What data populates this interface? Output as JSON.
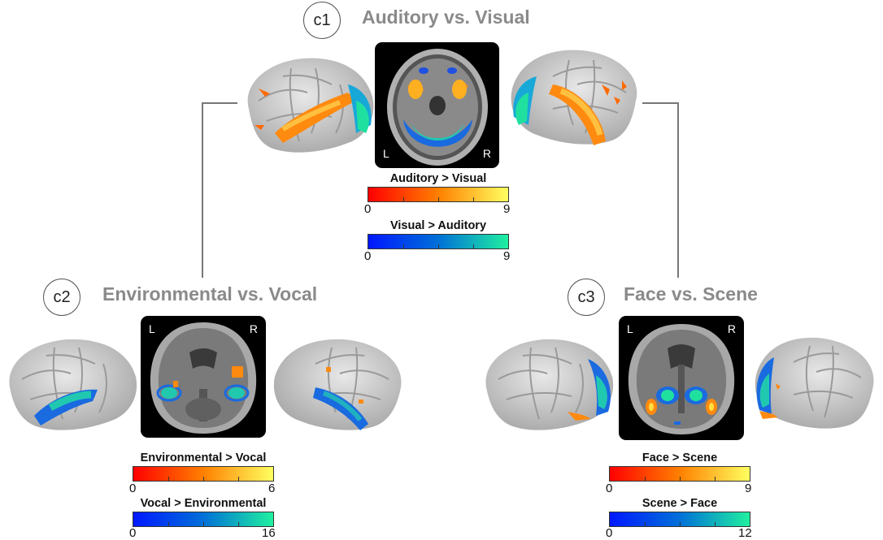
{
  "panels": {
    "c1": {
      "label": "c1",
      "title": "Auditory vs. Visual",
      "scan_left": "L",
      "scan_right": "R",
      "colorbar_warm": {
        "title": "Auditory > Visual",
        "min": "0",
        "max": "9",
        "colors": [
          "#ff0000",
          "#ff8000",
          "#ffff60"
        ]
      },
      "colorbar_cool": {
        "title": "Visual > Auditory",
        "min": "0",
        "max": "9",
        "colors": [
          "#0018ff",
          "#0070d8",
          "#20f0a0"
        ]
      }
    },
    "c2": {
      "label": "c2",
      "title": "Environmental vs. Vocal",
      "scan_left": "L",
      "scan_right": "R",
      "colorbar_warm": {
        "title": "Environmental > Vocal",
        "min": "0",
        "max": "6",
        "colors": [
          "#ff0000",
          "#ff8000",
          "#ffff60"
        ]
      },
      "colorbar_cool": {
        "title": "Vocal > Environmental",
        "min": "0",
        "max": "16",
        "colors": [
          "#0018ff",
          "#0070d8",
          "#20f0a0"
        ]
      }
    },
    "c3": {
      "label": "c3",
      "title": "Face vs. Scene",
      "scan_left": "L",
      "scan_right": "R",
      "colorbar_warm": {
        "title": "Face > Scene",
        "min": "0",
        "max": "9",
        "colors": [
          "#ff0000",
          "#ff8000",
          "#ffff60"
        ]
      },
      "colorbar_cool": {
        "title": "Scene > Face",
        "min": "0",
        "max": "12",
        "colors": [
          "#0018ff",
          "#0070d8",
          "#20f0a0"
        ]
      }
    }
  }
}
